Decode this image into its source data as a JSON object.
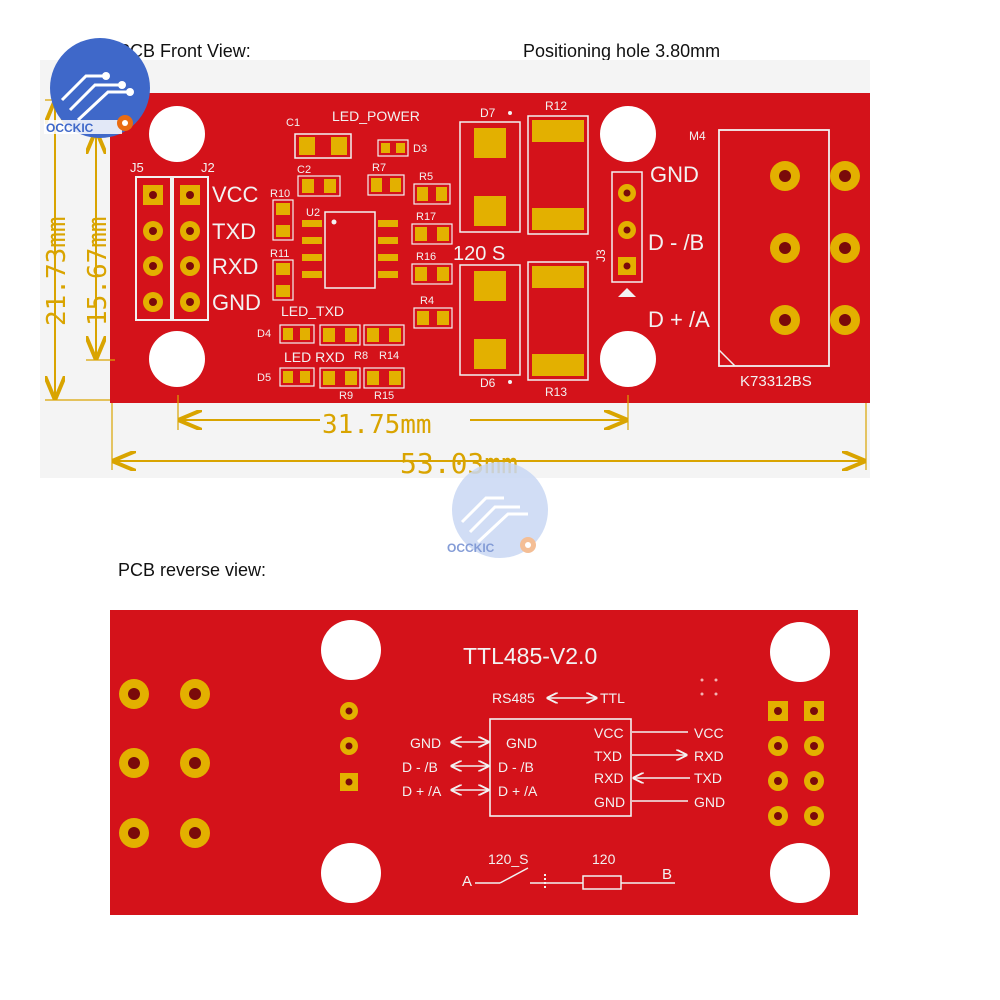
{
  "captions": {
    "front": "PCB Front View:",
    "hole": "Positioning hole 3.80mm",
    "reverse": "PCB reverse view:"
  },
  "logo": {
    "text": "OCCKIC"
  },
  "colors": {
    "board": "#d4121a",
    "silk": "#f2f2f2",
    "pad": "#e3b000",
    "dim": "#d9a400",
    "hole": "#ffffff"
  },
  "front": {
    "left_header_labels": [
      "VCC",
      "TXD",
      "RXD",
      "GND"
    ],
    "ref_j5": "J5",
    "ref_j2": "J2",
    "ref_c1": "C1",
    "ref_c2": "C2",
    "ref_d3": "D3",
    "ref_d4": "D4",
    "ref_d5": "D5",
    "ref_d6": "D6",
    "ref_d7": "D7",
    "ref_r4": "R4",
    "ref_r5": "R5",
    "ref_r7": "R7",
    "ref_r8": "R8",
    "ref_r9": "R9",
    "ref_r10": "R10",
    "ref_r11": "R11",
    "ref_r12": "R12",
    "ref_r13": "R13",
    "ref_r14": "R14",
    "ref_r15": "R15",
    "ref_r16": "R16",
    "ref_r17": "R17",
    "ref_u2": "U2",
    "ref_j3": "J3",
    "ref_m4": "M4",
    "led_power": "LED_POWER",
    "led_txd": "LED_TXD",
    "led_rxd": "LED  RXD",
    "switch_label": "120  S",
    "terminal_labels": [
      "GND",
      "D - /B",
      "D + /A"
    ],
    "terminal_part": "K73312BS",
    "dim_height_outer": "21.73mm",
    "dim_height_inner": "15.67mm",
    "dim_width_inner": "31.75mm",
    "dim_width_outer": "53.03mm"
  },
  "reverse": {
    "title": "TTL485-V2.0",
    "subtitle_left": "RS485",
    "subtitle_right": "TTL",
    "block_left": [
      "GND",
      "D - /B",
      "D + /A"
    ],
    "block_right": [
      "VCC",
      "TXD",
      "RXD",
      "GND"
    ],
    "outer_left": [
      "GND",
      "D - /B",
      "D + /A"
    ],
    "outer_right": [
      "VCC",
      "RXD",
      "TXD",
      "GND"
    ],
    "switch_label": "120_S",
    "resistor_label": "120",
    "node_a": "A",
    "node_b": "B"
  }
}
